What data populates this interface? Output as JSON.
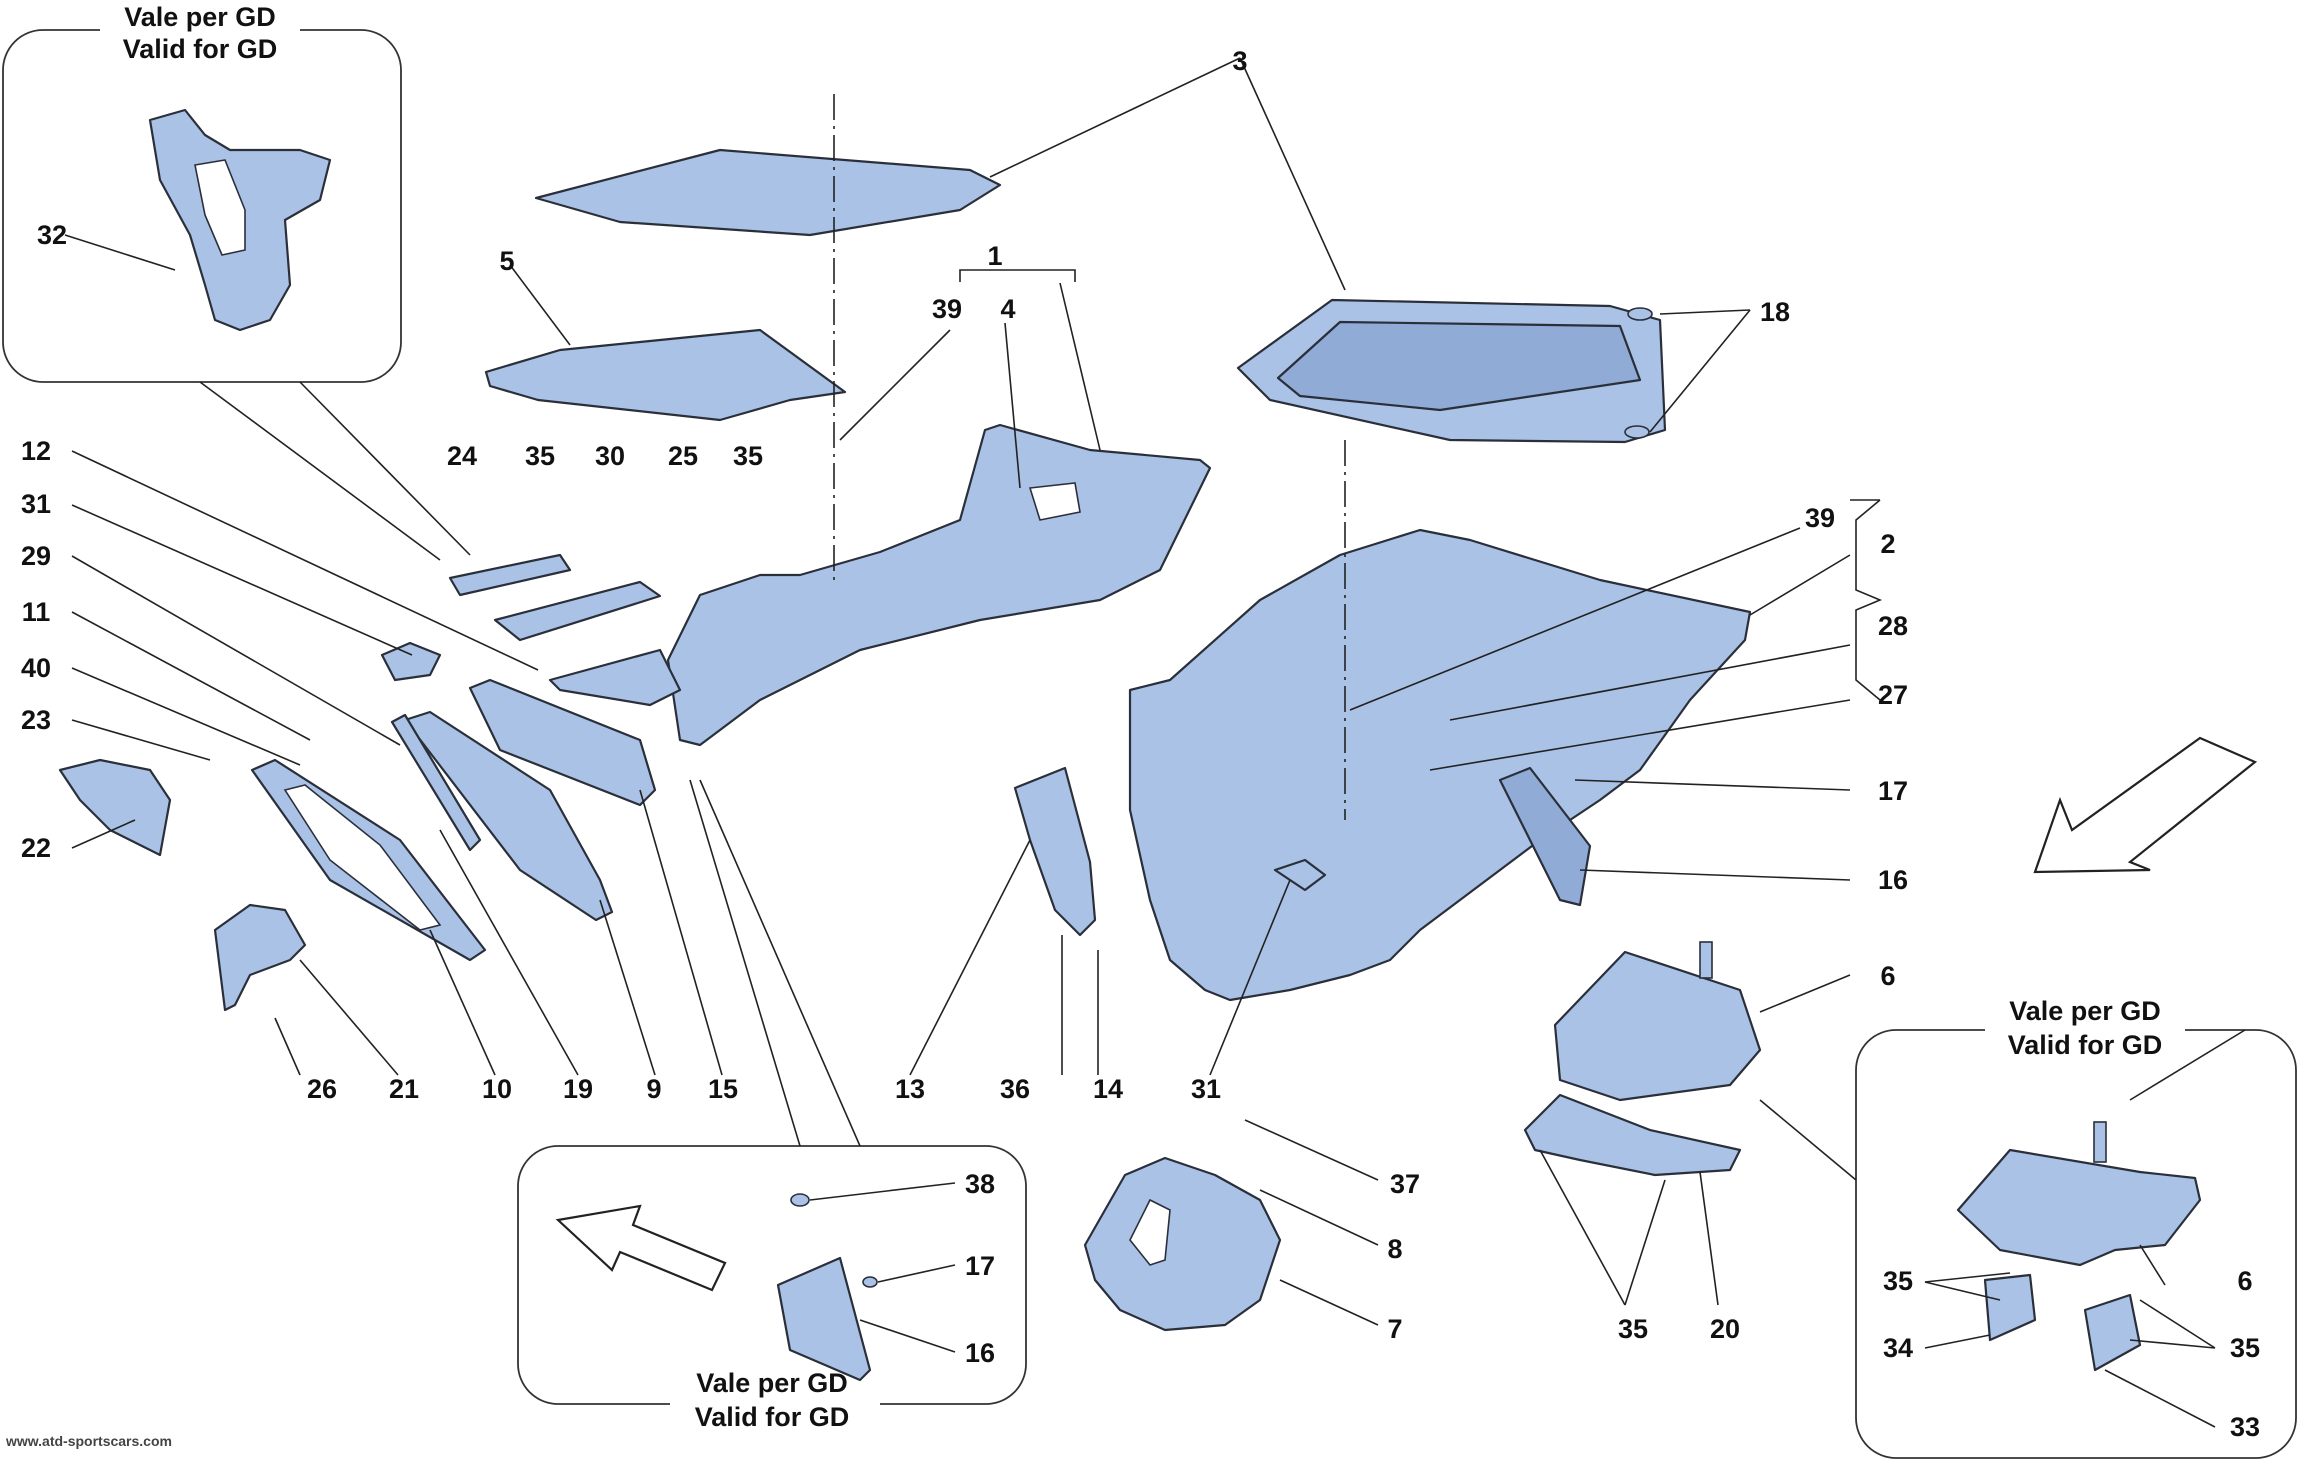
{
  "inset_top_left": {
    "title_it": "Vale per GD",
    "title_en": "Valid for GD"
  },
  "inset_bottom_center": {
    "title_it": "Vale per GD",
    "title_en": "Valid for GD"
  },
  "inset_bottom_right": {
    "title_it": "Vale per GD",
    "title_en": "Valid for GD"
  },
  "callouts": [
    "3",
    "1",
    "39",
    "4",
    "18",
    "5",
    "32",
    "12",
    "24",
    "35",
    "30",
    "25",
    "35",
    "31",
    "29",
    "11",
    "40",
    "23",
    "22",
    "39",
    "2",
    "28",
    "27",
    "17",
    "16",
    "6",
    "26",
    "21",
    "10",
    "19",
    "9",
    "15",
    "13",
    "36",
    "14",
    "31",
    "37",
    "8",
    "7",
    "35",
    "20",
    "38",
    "17",
    "16",
    "6",
    "35",
    "34",
    "35",
    "33"
  ],
  "footer": "www.atd-sportscars.com",
  "colors": {
    "part_fill": "#a9c2e6",
    "outline": "#2a2f3a",
    "text": "#111111"
  }
}
